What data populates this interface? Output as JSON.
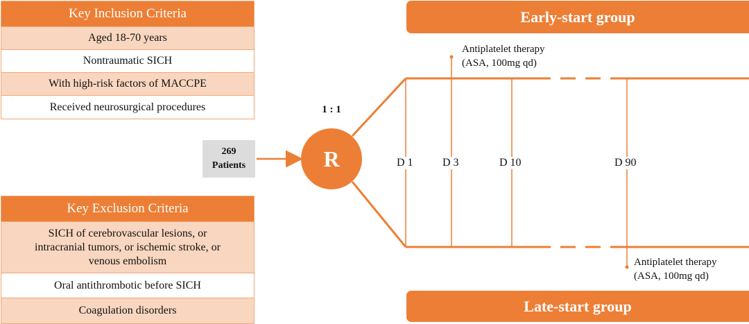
{
  "inclusion": {
    "title": "Key Inclusion Criteria",
    "items": [
      "Aged 18-70 years",
      "Nontraumatic SICH",
      "With high-risk factors of MACCPE",
      "Received neurosurgical procedures"
    ]
  },
  "exclusion": {
    "title": "Key Exclusion Criteria",
    "items": [
      [
        "SICH of cerebrovascular lesions, or",
        "intracranial tumors, or ischemic stroke, or",
        "venous embolism"
      ],
      [
        "Oral antithrombotic before SICH"
      ],
      [
        "Coagulation disorders"
      ]
    ]
  },
  "patients": {
    "count": "269",
    "label": "Patients"
  },
  "randomization": {
    "symbol": "R",
    "ratio": "1 : 1"
  },
  "groups": {
    "early": "Early-start group",
    "late": "Late-start group"
  },
  "days": [
    "D 1",
    "D 3",
    "D 10",
    "D 90"
  ],
  "early_therapy": {
    "line1": "Antiplatelet therapy",
    "line2": "(ASA, 100mg qd)"
  },
  "late_therapy": {
    "line1": "Antiplatelet therapy",
    "line2": "(ASA, 100mg qd)"
  },
  "colors": {
    "accent": "#ec7f35",
    "light": "#f9d6bf",
    "patients_bg": "#dcdcdc"
  }
}
